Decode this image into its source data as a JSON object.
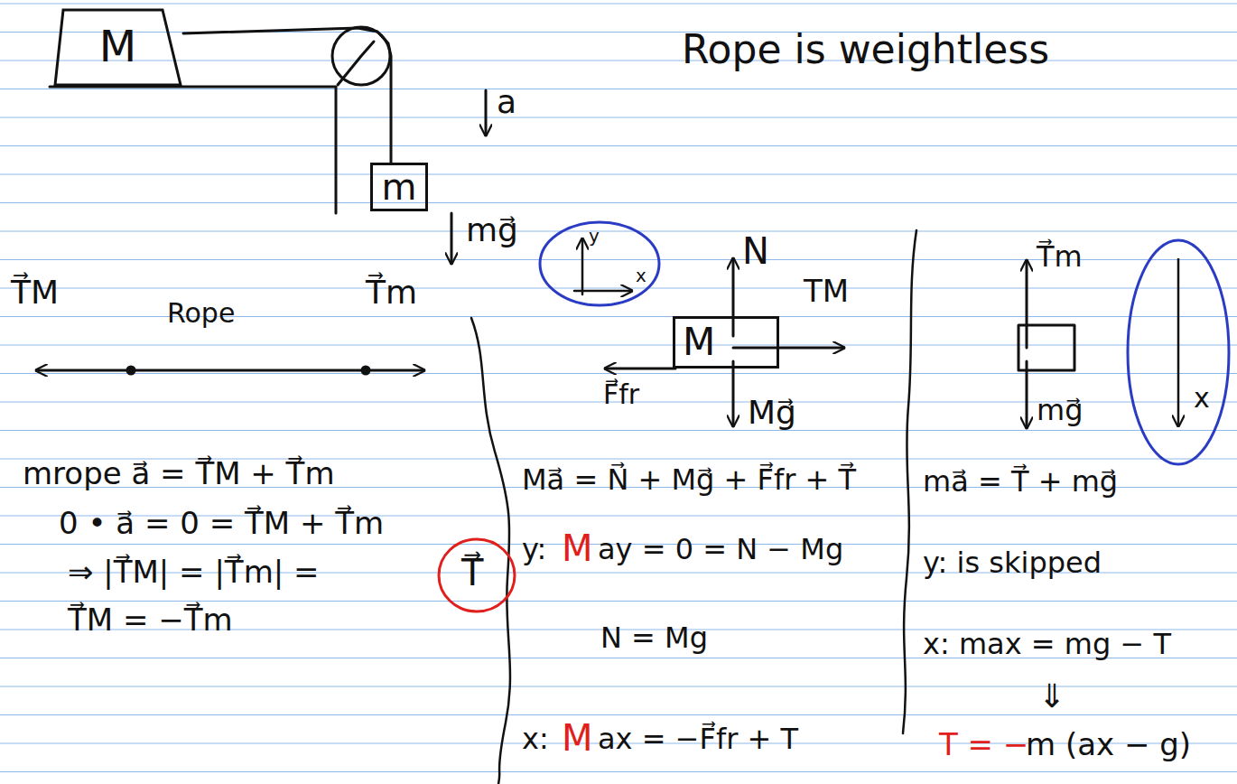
{
  "diagram": {
    "nodes": [
      {
        "text": [
          "M"
        ]
      },
      {
        "text": [
          "m"
        ]
      },
      {
        "text": [
          "M"
        ]
      }
    ],
    "edges": [
      {
        "from": 0,
        "to": 1,
        "arrow": "none"
      }
    ],
    "labels": [
      "Rope is weightless",
      "a",
      "mg⃗",
      "y",
      "x",
      "T⃗M",
      "Rope",
      "T⃗m",
      "mrope a⃗ = T⃗M + T⃗m",
      "0 • a⃗ = 0 = T⃗M + T⃗m",
      "⇒ |T⃗M| = |T⃗m| =",
      "T⃗",
      "T⃗M = −T⃗m",
      "N",
      "TM",
      "F⃗fr",
      "Mg⃗",
      "Ma⃗ = N⃗ + Mg⃗ + F⃗fr + T⃗",
      "y:",
      "M",
      "ay = 0 = N − Mg",
      "N = Mg",
      "x:",
      "M",
      "ax = −F⃗fr + T",
      "T⃗m",
      "mg⃗",
      "x",
      "ma⃗ = T⃗ + mg⃗",
      "y: is skipped",
      "x: max = mg − T",
      "⇓",
      "T = −",
      "m (ax − g)"
    ]
  }
}
